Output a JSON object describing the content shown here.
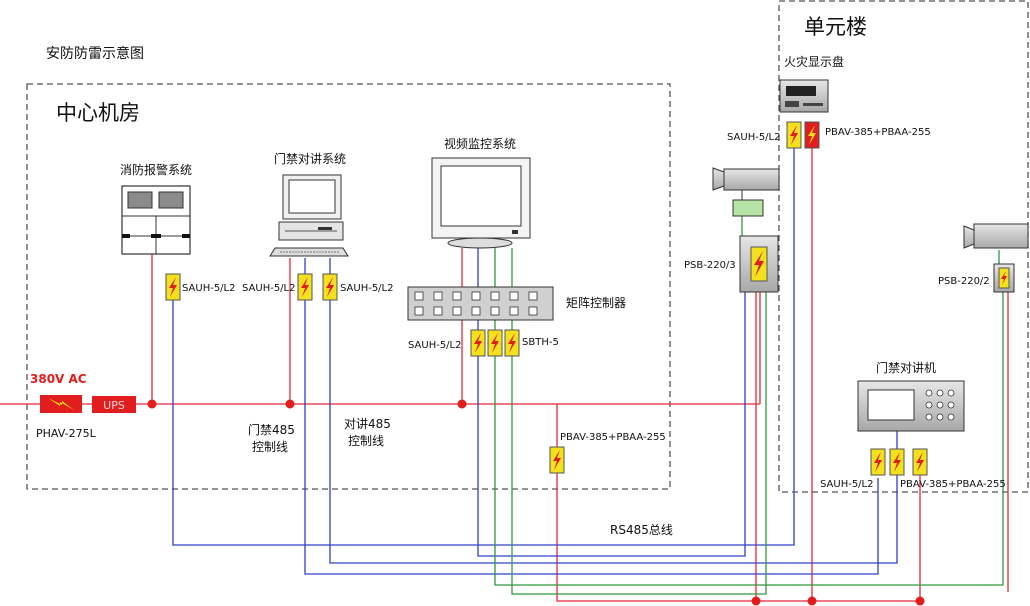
{
  "title": "安防防雷示意图",
  "zones": {
    "center": "中心机房",
    "unit": "单元楼"
  },
  "systems": {
    "fire": "消防报警系统",
    "access": "门禁对讲系统",
    "video": "视频监控系统",
    "fire_display": "火灾显示盘",
    "matrix": "矩阵控制器",
    "intercom": "门禁对讲机"
  },
  "power": {
    "voltage": "380V AC",
    "ups": "UPS",
    "arrester": "PHAV-275L"
  },
  "protectors": {
    "sauh_fire": "SAUH-5/L2",
    "sauh_access_1": "SAUH-5/L2",
    "sauh_access_2": "SAUH-5/L2",
    "sauh_video": "SAUH-5/L2",
    "sbth": "SBTH-5",
    "pbav_center": "PBAV-385+PBAA-255",
    "sauh_unit_fire": "SAUH-5/L2",
    "pbav_unit_fire": "PBAV-385+PBAA-255",
    "psb_3": "PSB-220/3",
    "psb_2": "PSB-220/2",
    "sauh_intercom": "SAUH-5/L2",
    "pbav_intercom": "PBAV-385+PBAA-255"
  },
  "lines": {
    "access_485_a": "门禁485",
    "access_485_b": "控制线",
    "intercom_485_a": "对讲485",
    "intercom_485_b": "控制线",
    "rs485": "RS485总线"
  },
  "colors": {
    "power_line": "#e8283a",
    "signal_blue": "#3040c8",
    "signal_green": "#2e9a3e",
    "arrester_fill": "#f2e11c",
    "bolt": "#e21d1d",
    "frame": "#555555"
  }
}
